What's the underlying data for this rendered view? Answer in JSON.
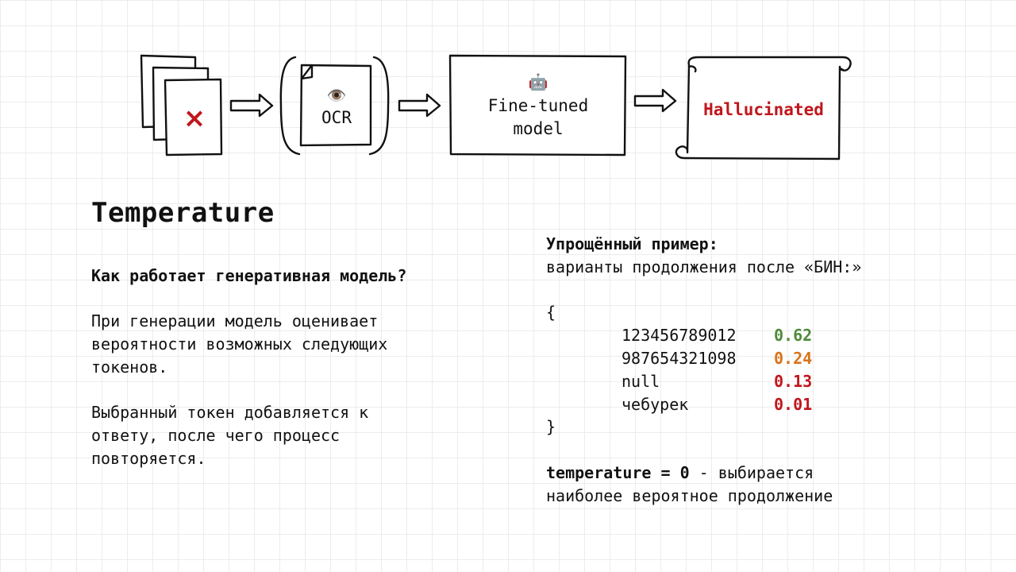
{
  "diagram": {
    "ocr_label": "OCR",
    "model_label_line1": "Fine-tuned",
    "model_label_line2": "model",
    "output_label": "Hallucinated",
    "error_mark": "×",
    "eye_glyph": "👁️",
    "robot_glyph": "🤖"
  },
  "slide": {
    "title": "Temperature",
    "question": "Как работает генеративная модель?",
    "para1_lines": [
      "При генерации модель оценивает",
      "вероятности возможных следующих",
      "токенов."
    ],
    "para2_lines": [
      "Выбранный токен добавляется к",
      "ответу, после чего процесс",
      "повторяется."
    ]
  },
  "example": {
    "heading": "Упрощённый пример:",
    "subheading": "варианты продолжения после «БИН:»",
    "open_brace": "{",
    "close_brace": "}",
    "candidates": [
      {
        "token": "123456789012",
        "prob": "0.62",
        "color": "#4f8a3a"
      },
      {
        "token": "987654321098",
        "prob": "0.24",
        "color": "#d9731b"
      },
      {
        "token": "null",
        "prob": "0.13",
        "color": "#c0161c"
      },
      {
        "token": "чебурек",
        "prob": "0.01",
        "color": "#c0161c"
      }
    ],
    "temp_bold": "temperature = 0",
    "temp_rest": " - выбирается",
    "temp_line2": "наиболее вероятное продолжение"
  }
}
